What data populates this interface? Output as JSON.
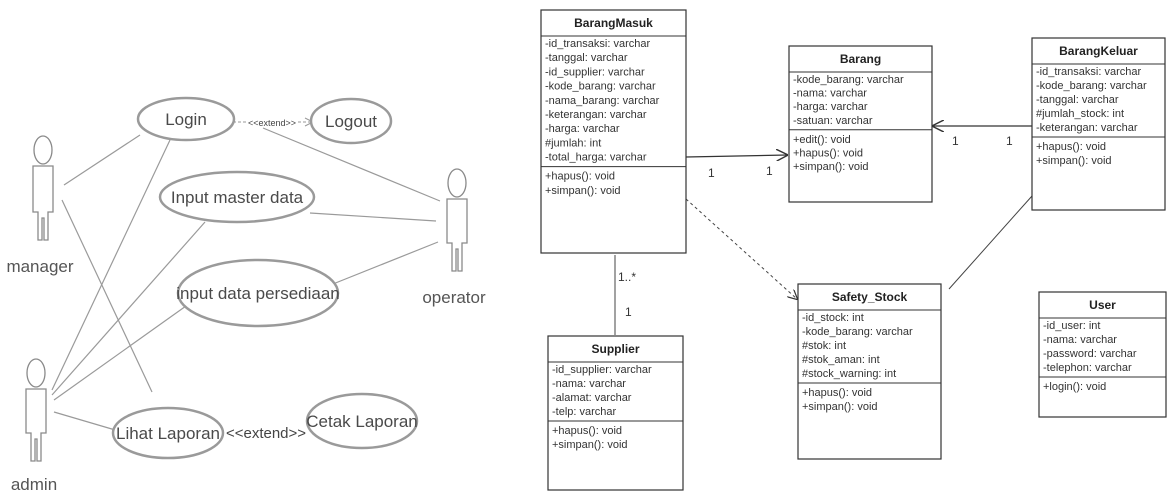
{
  "use_case_diagram": {
    "actors": {
      "manager": "manager",
      "admin": "admin",
      "operator": "operator"
    },
    "use_cases": {
      "login": "Login",
      "logout": "Logout",
      "input_master": "Input master data",
      "input_persediaan": "input data persediaan",
      "lihat_laporan": "Lihat Laporan",
      "cetak_laporan": "Cetak Laporan"
    },
    "extend_small": "<<extend>>",
    "extend_large": "<<extend>>"
  },
  "class_diagram": {
    "barang_masuk": {
      "name": "BarangMasuk",
      "attributes": [
        "-id_transaksi: varchar",
        "-tanggal: varchar",
        "-id_supplier: varchar",
        "-kode_barang: varchar",
        "-nama_barang: varchar",
        "-keterangan: varchar",
        "-harga: varchar",
        "#jumlah: int",
        "-total_harga: varchar"
      ],
      "methods": [
        "+hapus(): void",
        "+simpan(): void"
      ]
    },
    "barang": {
      "name": "Barang",
      "attributes": [
        "-kode_barang: varchar",
        "-nama: varchar",
        "-harga: varchar",
        "-satuan: varchar"
      ],
      "methods": [
        "+edit(): void",
        "+hapus(): void",
        "+simpan(): void"
      ]
    },
    "barang_keluar": {
      "name": "BarangKeluar",
      "attributes": [
        "-id_transaksi: varchar",
        "-kode_barang: varchar",
        "-tanggal: varchar",
        "#jumlah_stock: int",
        "-keterangan: varchar"
      ],
      "methods": [
        "+hapus(): void",
        "+simpan(): void"
      ]
    },
    "safety_stock": {
      "name": "Safety_Stock",
      "attributes": [
        "-id_stock: int",
        "-kode_barang: varchar",
        "#stok: int",
        "#stok_aman: int",
        "#stock_warning: int"
      ],
      "methods": [
        "+hapus(): void",
        "+simpan(): void"
      ]
    },
    "supplier": {
      "name": "Supplier",
      "attributes": [
        "-id_supplier: varchar",
        "-nama: varchar",
        "-alamat: varchar",
        "-telp: varchar"
      ],
      "methods": [
        "+hapus(): void",
        "+simpan(): void"
      ]
    },
    "user": {
      "name": "User",
      "attributes": [
        "-id_user: int",
        "-nama: varchar",
        "-password: varchar",
        "-telephon: varchar"
      ],
      "methods": [
        "+login(): void"
      ]
    },
    "multiplicities": {
      "bm_barang_left": "1",
      "bm_barang_right": "1",
      "bk_barang_left": "1",
      "bk_barang_right": "1",
      "bm_supplier_top": "1..*",
      "bm_supplier_bottom": "1"
    }
  }
}
